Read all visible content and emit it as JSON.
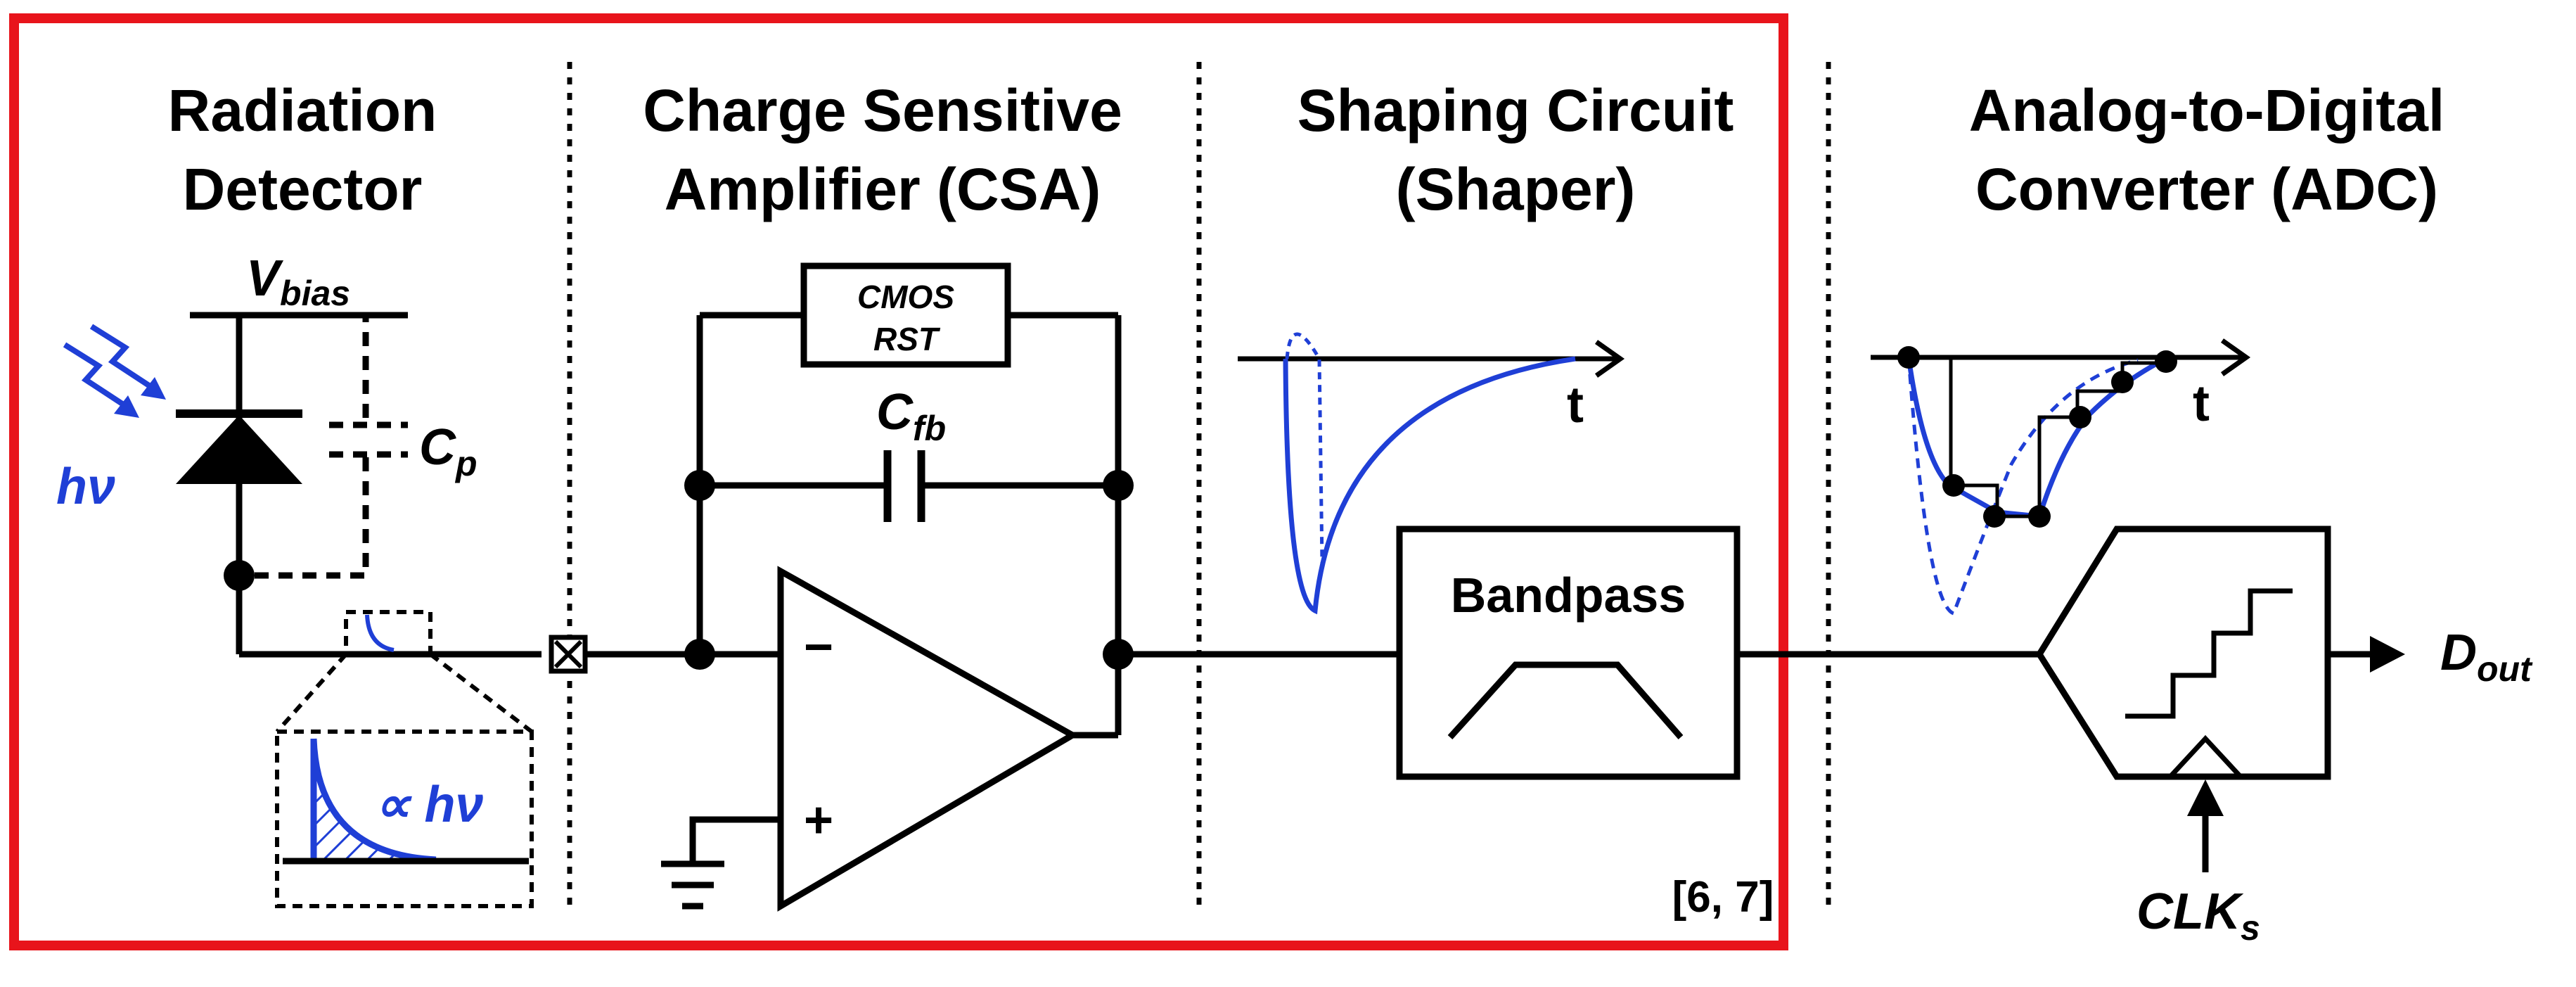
{
  "sections": {
    "detector": {
      "line1": "Radiation",
      "line2": "Detector"
    },
    "csa": {
      "line1": "Charge Sensitive",
      "line2": "Amplifier (CSA)"
    },
    "shaper": {
      "line1": "Shaping Circuit",
      "line2": "(Shaper)"
    },
    "adc": {
      "line1": "Analog-to-Digital",
      "line2": "Converter (ADC)"
    }
  },
  "labels": {
    "vbias_main": "V",
    "vbias_sub": "bias",
    "cp_main": "C",
    "cp_sub": "p",
    "hv": "hν",
    "proportional": "∝ hν",
    "cmos_line1": "CMOS",
    "cmos_line2": "RST",
    "cfb_main": "C",
    "cfb_sub": "fb",
    "minus": "−",
    "plus": "+",
    "bandpass": "Bandpass",
    "t_shaper": "t",
    "t_adc": "t",
    "dout_main": "D",
    "dout_sub": "out",
    "clk_main": "CLK",
    "clk_sub": "s",
    "reference": "[6, 7]"
  },
  "colors": {
    "highlight_box": "#e8141b",
    "signal": "#1f3fd6",
    "wire": "#000000"
  }
}
